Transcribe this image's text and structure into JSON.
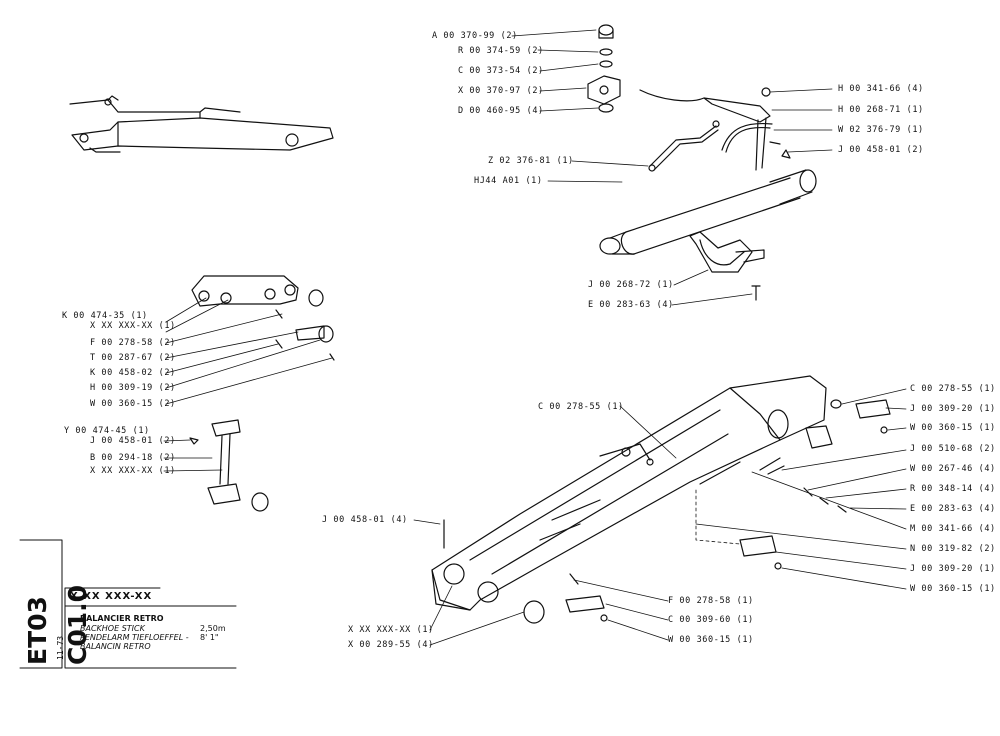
{
  "sheet": {
    "code": "ET03 C01.0",
    "date": "11-73",
    "part_number": "X XX XXX-XX",
    "titles": [
      "BALANCIER RETRO",
      "BACKHOE STICK",
      "PENDELARM TIEFLOEFFEL -",
      "BALANCIN RETRO"
    ],
    "dimensions": [
      "2,50m",
      "8' 1\""
    ]
  },
  "labels": {
    "l01": "A 00 370-99 (2)",
    "l02": "R 00 374-59 (2)",
    "l03": "C 00 373-54 (2)",
    "l04": "X 00 370-97 (2)",
    "l05": "D 00 460-95 (4)",
    "l06": "H 00 341-66 (4)",
    "l07": "H 00 268-71 (1)",
    "l08": "W 02 376-79 (1)",
    "l09": "J 00 458-01 (2)",
    "l10": "Z 02 376-81 (1)",
    "l11": "HJ44 A01 (1)",
    "l12": "J 00 268-72 (1)",
    "l13": "E 00 283-63 (4)",
    "l14": "K 00 474-35 (1)",
    "l15": "X XX XXX-XX (1)",
    "l16": "F 00 278-58 (2)",
    "l17": "T 00 287-67 (2)",
    "l18": "K 00 458-02 (2)",
    "l19": "H 00 309-19 (2)",
    "l20": "W 00 360-15 (2)",
    "l21": "Y 00 474-45 (1)",
    "l22": "J 00 458-01 (2)",
    "l23": "B 00 294-18 (2)",
    "l24": "X XX XXX-XX (1)",
    "l25": "C 00 278-55 (1)",
    "l26": "C 00 278-55 (1)",
    "l27": "J 00 309-20 (1)",
    "l28": "W 00 360-15 (1)",
    "l29": "J 00 510-68 (2)",
    "l30": "W 00 267-46 (4)",
    "l31": "R 00 348-14 (4)",
    "l32": "E 00 283-63 (4)",
    "l33": "M 00 341-66 (4)",
    "l34": "N 00 319-82 (2)",
    "l35": "J 00 309-20 (1)",
    "l36": "W 00 360-15 (1)",
    "l37": "J 00 458-01 (4)",
    "l38": "F 00 278-58 (1)",
    "l39": "C 00 309-60 (1)",
    "l40": "W 00 360-15 (1)",
    "l41": "X XX XXX-XX (1)",
    "l42": "X 00 289-55 (4)"
  }
}
